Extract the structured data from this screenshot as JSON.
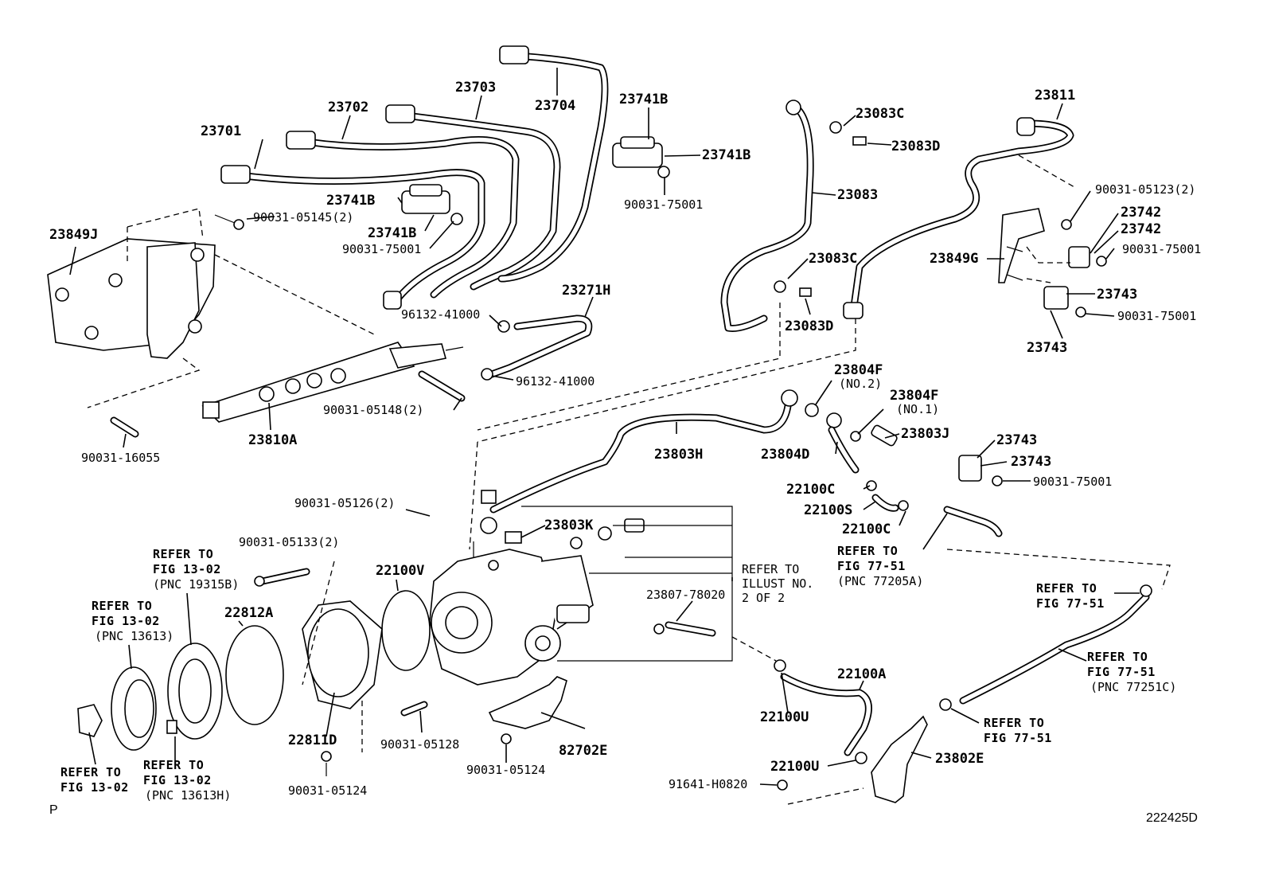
{
  "title": "",
  "footer": {
    "left_mark": "P",
    "figure_code": "222425D"
  },
  "labels": {
    "p23701": "23701",
    "p23702": "23702",
    "p23703": "23703",
    "p23704": "23704",
    "p23741b_1": "23741B",
    "p23741b_2": "23741B",
    "p23741b_3": "23741B",
    "p23741b_4": "23741B",
    "p90031_75001_a": "90031-75001",
    "p90031_75001_b": "90031-75001",
    "p90031_75001_c": "90031-75001",
    "p90031_75001_d": "90031-75001",
    "p90031_75001_e": "90031-75001",
    "p23849j": "23849J",
    "p90031_05145": "90031-05145(2)",
    "p23083c_1": "23083C",
    "p23083d_1": "23083D",
    "p23083": "23083",
    "p23083c_2": "23083C",
    "p23083d_2": "23083D",
    "p23811": "23811",
    "p90031_05123": "90031-05123(2)",
    "p23742_1": "23742",
    "p23742_2": "23742",
    "p23849g": "23849G",
    "p23743_1": "23743",
    "p23743_2": "23743",
    "p23743_3": "23743",
    "p23743_4": "23743",
    "p23271h": "23271H",
    "p96132_a": "96132-41000",
    "p96132_b": "96132-41000",
    "p90031_05148": "90031-05148(2)",
    "p23810a": "23810A",
    "p90031_16055": "90031-16055",
    "p23804f_1": "23804F",
    "p23804f_1_note": "(NO.2)",
    "p23804f_2": "23804F",
    "p23804f_2_note": "(NO.1)",
    "p23803j": "23803J",
    "p23804d": "23804D",
    "p23803h": "23803H",
    "p22100c_1": "22100C",
    "p22100s": "22100S",
    "p22100c_2": "22100C",
    "p90031_05126": "90031-05126(2)",
    "p23803k": "23803K",
    "p90031_05133": "90031-05133(2)",
    "p22100v": "22100V",
    "p23807": "23807-78020",
    "p22812a": "22812A",
    "p22811d": "22811D",
    "p90031_05128": "90031-05128",
    "p82702e": "82702E",
    "p90031_05124_a": "90031-05124",
    "p90031_05124_b": "90031-05124",
    "p22100a": "22100A",
    "p22100u_1": "22100U",
    "p22100u_2": "22100U",
    "p23802e": "23802E",
    "p91641": "91641-H0820"
  },
  "refer_notes": {
    "illust": [
      "REFER TO",
      "ILLUST NO.",
      "2 OF 2"
    ],
    "fig7751_a": [
      "REFER TO",
      "FIG 77-51",
      "(PNC 77205A)"
    ],
    "fig7751_b": [
      "REFER TO",
      "FIG 77-51"
    ],
    "fig7751_c": [
      "REFER TO",
      "FIG 77-51",
      "(PNC 77251C)"
    ],
    "fig7751_d": [
      "REFER TO",
      "FIG 77-51"
    ],
    "fig1302_a": [
      "REFER TO",
      "FIG 13-02",
      "(PNC 19315B)"
    ],
    "fig1302_b": [
      "REFER TO",
      "FIG 13-02",
      "(PNC 13613)"
    ],
    "fig1302_c": [
      "REFER TO",
      "FIG 13-02",
      "(PNC 13613H)"
    ],
    "fig1302_d": [
      "REFER TO",
      "FIG 13-02"
    ]
  }
}
